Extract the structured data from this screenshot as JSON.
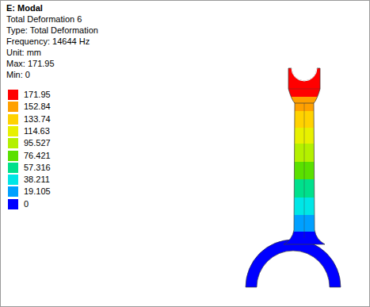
{
  "diagram": {
    "title": "E: Modal",
    "labels": [
      "Total Deformation 6",
      "Type: Total Deformation",
      "Frequency: 14644 Hz",
      "Unit: mm",
      "Max: 171.95",
      "Min: 0"
    ],
    "legend": [
      {
        "text": "171.95",
        "color": "#ff0000"
      },
      {
        "text": "152.84",
        "color": "#ffa000"
      },
      {
        "text": "133.74",
        "color": "#ffd200"
      },
      {
        "text": "114.63",
        "color": "#e8f000"
      },
      {
        "text": "95.527",
        "color": "#b4f000"
      },
      {
        "text": "76.421",
        "color": "#5ae000"
      },
      {
        "text": "57.316",
        "color": "#00e08c"
      },
      {
        "text": "38.211",
        "color": "#00e6e6"
      },
      {
        "text": "19.105",
        "color": "#00a0ff"
      },
      {
        "text": "0",
        "color": "#0000ff"
      }
    ]
  }
}
